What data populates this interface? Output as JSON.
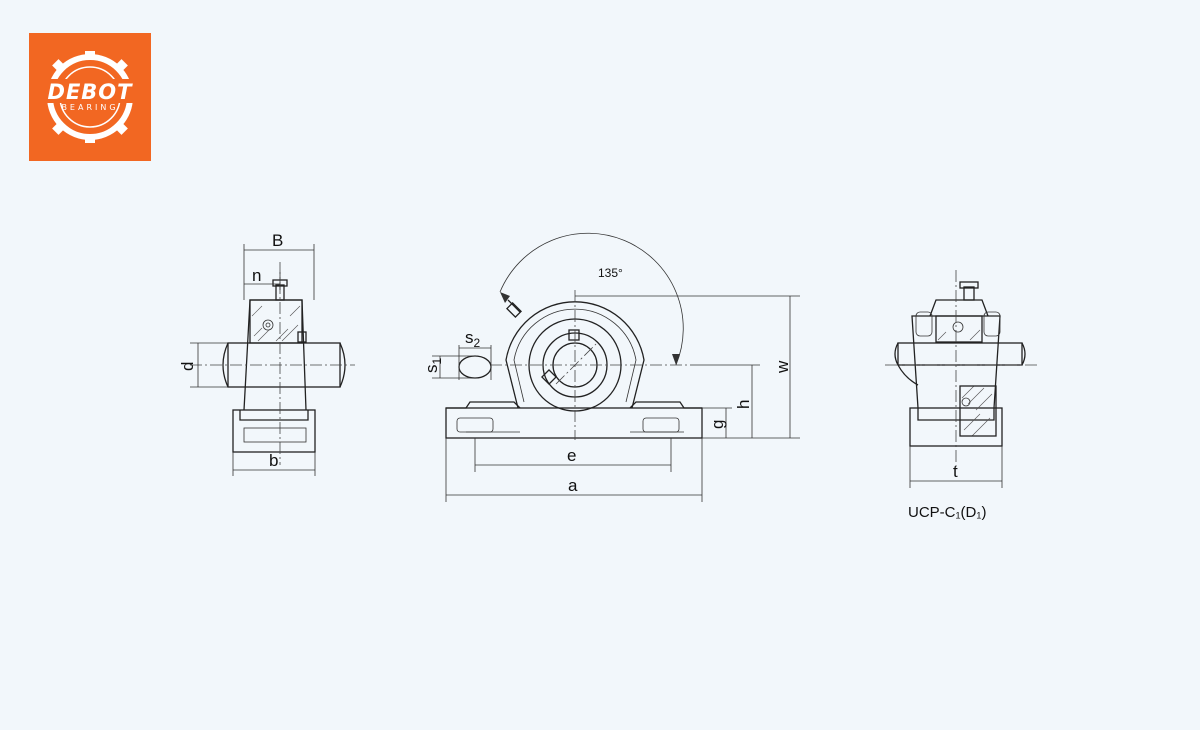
{
  "logo": {
    "brand": "DEBOT",
    "sub": "BEARING",
    "background_color": "#f26722",
    "icon": "gear-icon"
  },
  "labels": {
    "B": "B",
    "n": "n",
    "d": "d",
    "b": "b",
    "angle": "135°",
    "s": "s",
    "s1_sub": "1",
    "s2_sub": "2",
    "w": "w",
    "h": "h",
    "g": "g",
    "e": "e",
    "a": "a",
    "t": "t"
  },
  "model_name": "UCP-C₁(D₁)"
}
